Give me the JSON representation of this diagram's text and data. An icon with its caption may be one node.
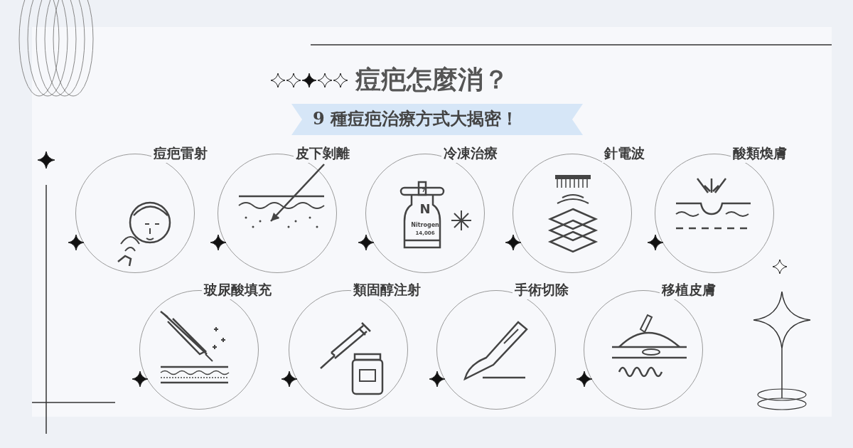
{
  "diagram": {
    "title": "痘疤怎麼消？",
    "caption": "9 種痘疤治療方式大揭密！",
    "nodes": [
      {
        "text": [
          "痘疤雷射"
        ]
      },
      {
        "text": [
          "皮下剝離"
        ]
      },
      {
        "text": [
          "冷凍治療"
        ]
      },
      {
        "text": [
          "針電波"
        ]
      },
      {
        "text": [
          "酸類煥膚"
        ]
      },
      {
        "text": [
          "玻尿酸填充"
        ]
      },
      {
        "text": [
          "類固醇注射"
        ]
      },
      {
        "text": [
          "手術切除"
        ]
      },
      {
        "text": [
          "移植皮膚"
        ]
      }
    ],
    "labels": [
      "7",
      "N",
      "Nitrogen",
      "14,006"
    ]
  }
}
